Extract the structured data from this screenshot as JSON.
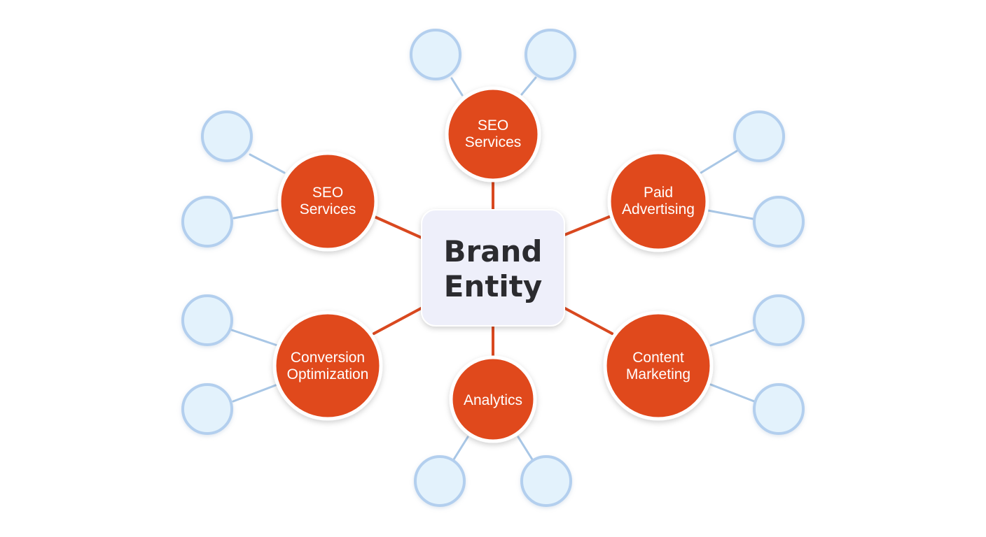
{
  "center": {
    "line1": "Brand",
    "line2": "Entity"
  },
  "nodes": [
    {
      "id": "seo-services-top",
      "line1": "SEO",
      "line2": "Services"
    },
    {
      "id": "seo-services-left",
      "line1": "SEO",
      "line2": "Services"
    },
    {
      "id": "paid-advertising",
      "line1": "Paid",
      "line2": "Advertising"
    },
    {
      "id": "conversion-optimization",
      "line1": "Conversion",
      "line2": "Optimization"
    },
    {
      "id": "content-marketing",
      "line1": "Content",
      "line2": "Marketing"
    },
    {
      "id": "analytics",
      "line1": "Analytics",
      "line2": ""
    }
  ],
  "colors": {
    "hub_fill": "#e04a1f",
    "connector": "#d9481f",
    "leaf_fill": "#e3f2fc",
    "leaf_stroke": "#b3cfee",
    "center_fill": "#eeeffa",
    "center_text": "#2b2b2f"
  }
}
